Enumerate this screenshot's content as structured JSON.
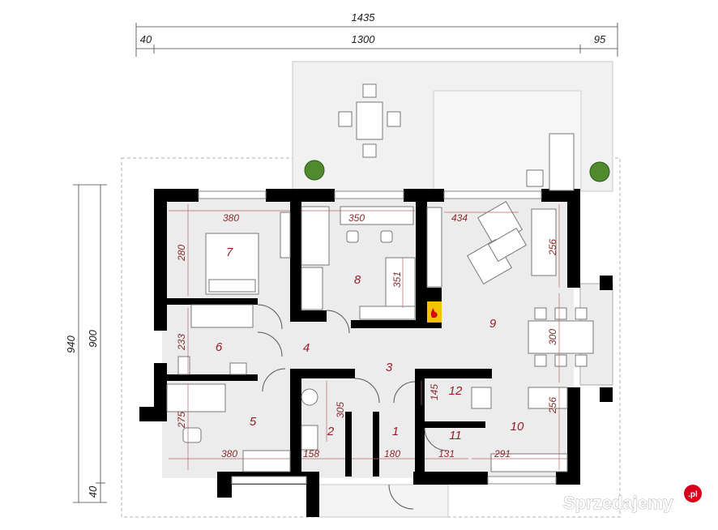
{
  "overall": {
    "total_width": "1435",
    "left_offset": "40",
    "main_width": "1300",
    "right_offset": "95",
    "total_height": "940",
    "inner_height": "900",
    "bottom_offset": "40"
  },
  "rooms": [
    {
      "number": "1"
    },
    {
      "number": "2"
    },
    {
      "number": "3"
    },
    {
      "number": "4"
    },
    {
      "number": "5"
    },
    {
      "number": "6"
    },
    {
      "number": "7"
    },
    {
      "number": "8"
    },
    {
      "number": "9"
    },
    {
      "number": "10"
    },
    {
      "number": "11"
    },
    {
      "number": "12"
    }
  ],
  "dimensions": {
    "room7_width": "380",
    "room7_depth": "280",
    "room8_width": "350",
    "room8_depth": "351",
    "room9_width": "434",
    "room9_depth_a": "256",
    "room9_depth_b": "300",
    "room10_depth": "256",
    "room6_depth": "233",
    "room5_depth": "275",
    "room5_width": "380",
    "room2_depth": "305",
    "room2_width": "158",
    "room1_width": "180",
    "room12_depth": "145",
    "room11_width": "131",
    "room10_width": "291"
  },
  "watermark": {
    "text": "Sprzedajemy",
    "badge": ".pl"
  },
  "colors": {
    "wall": "#000000",
    "floor": "#ececec",
    "terrace": "#f2f2f2",
    "room_label": "#9b1c2a",
    "dimension_label": "#8a2a2a",
    "badge": "#d9001b"
  }
}
